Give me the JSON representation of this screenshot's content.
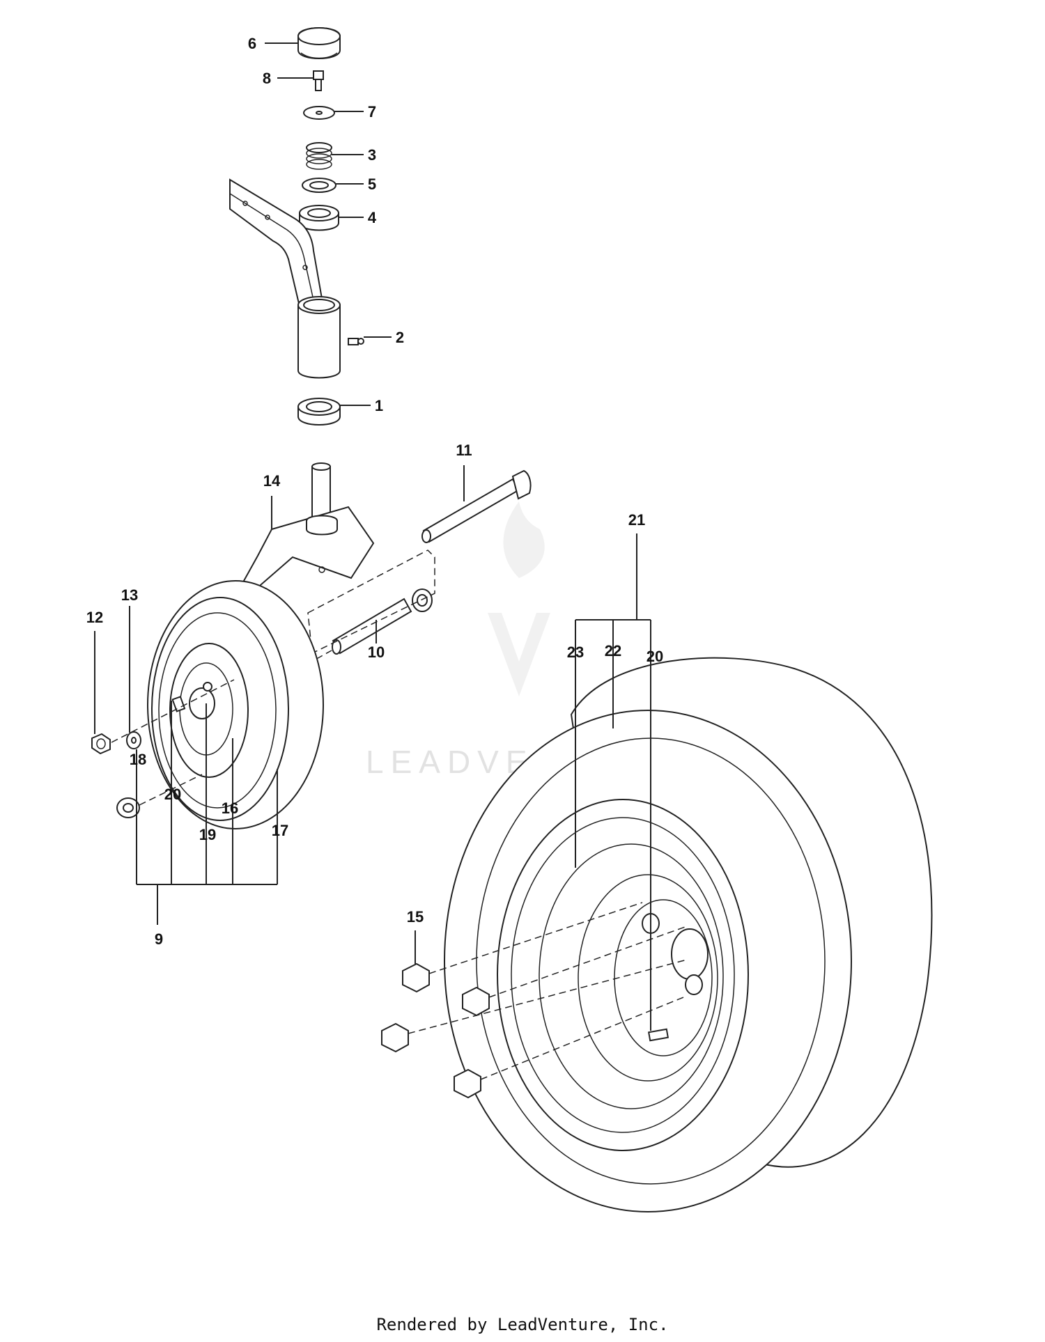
{
  "watermark": {
    "text": "LEADVENTURE",
    "color": "#e2e2e2"
  },
  "footer": {
    "text": "Rendered by LeadVenture, Inc."
  },
  "callouts": [
    "1",
    "2",
    "3",
    "4",
    "5",
    "6",
    "7",
    "8",
    "9",
    "10",
    "11",
    "12",
    "13",
    "14",
    "15",
    "16",
    "17",
    "18",
    "19",
    "20",
    "20",
    "21",
    "22",
    "23"
  ]
}
